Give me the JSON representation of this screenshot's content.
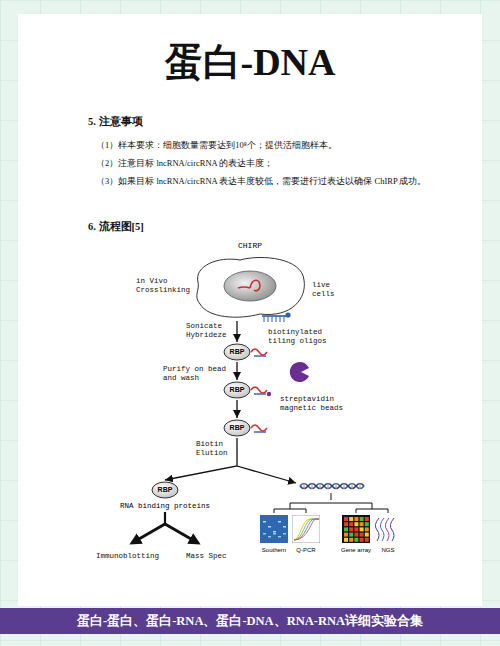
{
  "diagram": {
    "title": "蛋白-DNA",
    "caption": "蛋白-蛋白、蛋白-RNA、蛋白-DNA、RNA-RNA详细实验合集",
    "nodes": [
      {
        "text": [
          "CHIRP"
        ]
      },
      {
        "text": [
          "RBP"
        ]
      },
      {
        "text": [
          "RBP"
        ]
      },
      {
        "text": [
          "RBP"
        ]
      },
      {
        "text": [
          "RBP",
          "RNA binding proteins"
        ]
      },
      {
        "text": [
          "Southern"
        ]
      },
      {
        "text": [
          "Q-PCR"
        ]
      },
      {
        "text": [
          "Gene array"
        ]
      },
      {
        "text": [
          "NGS"
        ]
      }
    ],
    "edges": [
      {
        "from": 0,
        "to": 1,
        "arrow": "to"
      },
      {
        "from": 1,
        "to": 2,
        "arrow": "to"
      },
      {
        "from": 2,
        "to": 3,
        "arrow": "to"
      },
      {
        "from": 3,
        "to": 4,
        "arrow": "to"
      }
    ],
    "labels": [
      "5. 注意事项",
      "（1）样本要求：细胞数量需要达到10⁸个；提供活细胞样本。",
      "（2）注意目标 lncRNA/circRNA 的表达丰度；",
      "（3）如果目标 lncRNA/circRNA 表达丰度较低，需要进行过表达以确保 ChIRP 成功。",
      "6. 流程图[5]",
      "in Vivo Crosslinking",
      "live cells",
      "Sonicate Hybrideze",
      "biotinylated tiling oligos",
      "Purify on bead and wash",
      "streptavidin magnetic beads",
      "Biotin Elution",
      "Immunoblotting",
      "Mass Spec"
    ]
  }
}
